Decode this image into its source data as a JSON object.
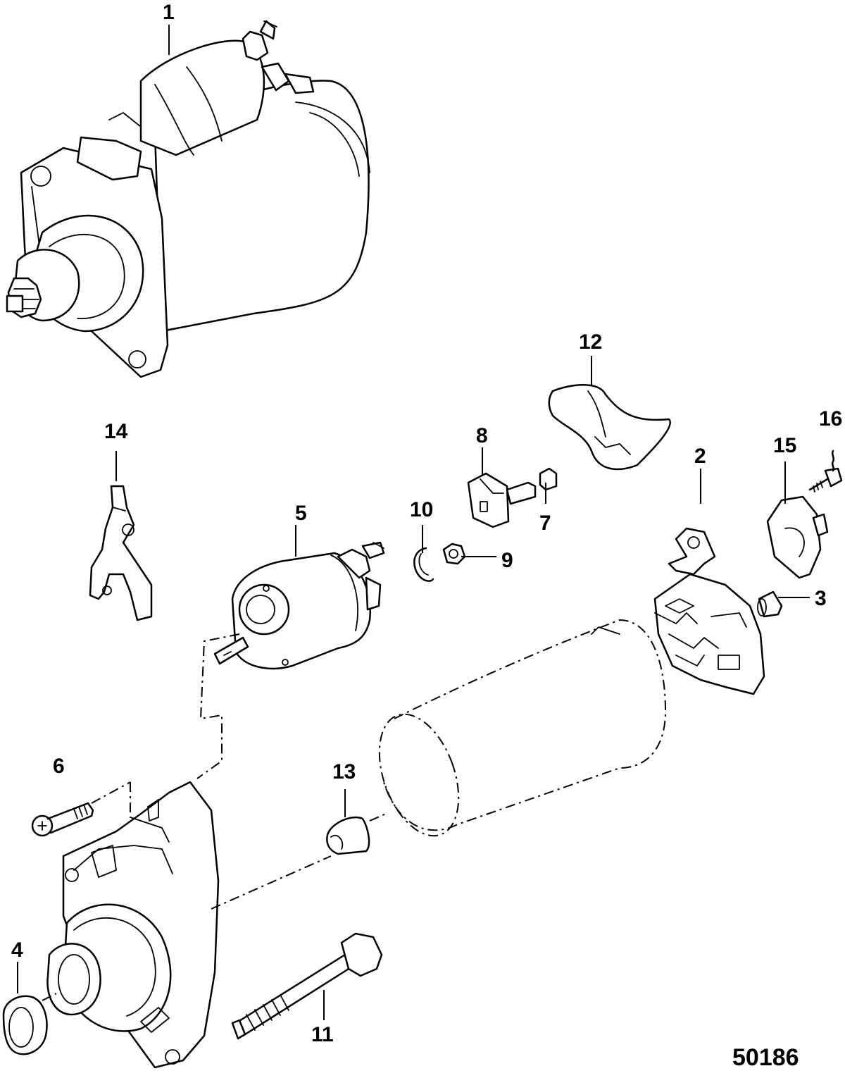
{
  "callouts": {
    "c1": "1",
    "c2": "2",
    "c3": "3",
    "c4": "4",
    "c5": "5",
    "c6": "6",
    "c7": "7",
    "c8": "8",
    "c9": "9",
    "c10": "10",
    "c11": "11",
    "c12": "12",
    "c13": "13",
    "c14": "14",
    "c15": "15",
    "c16": "16"
  },
  "figure_number": "50186"
}
